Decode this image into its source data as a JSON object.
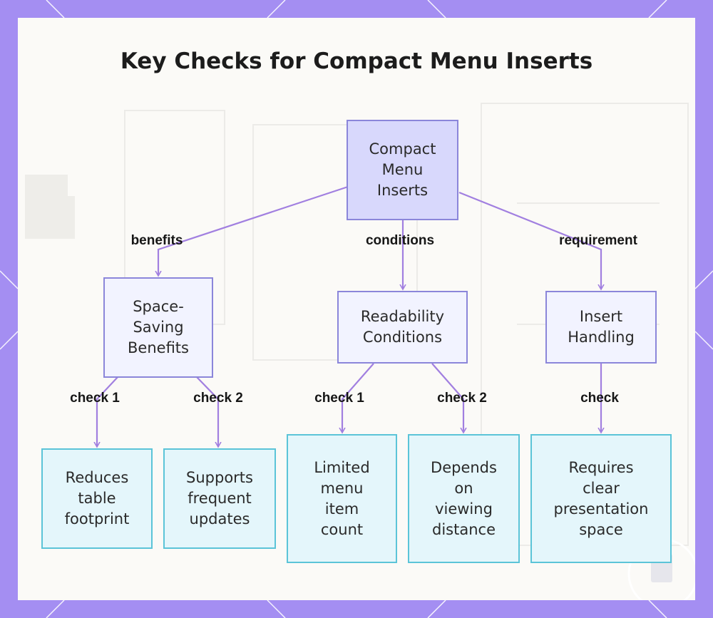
{
  "title": "Key Checks for Compact Menu Inserts",
  "nodes": {
    "root": "Compact\nMenu\nInserts",
    "space_saving": "Space-\nSaving\nBenefits",
    "readability": "Readability\nConditions",
    "insert_handling": "Insert\nHandling",
    "reduces": "Reduces\ntable\nfootprint",
    "supports": "Supports\nfrequent\nupdates",
    "limited": "Limited\nmenu\nitem\ncount",
    "depends": "Depends\non\nviewing\ndistance",
    "requires": "Requires\nclear\npresentation\nspace"
  },
  "edges": {
    "benefits": "benefits",
    "conditions": "conditions",
    "requirement": "requirement",
    "check1_a": "check 1",
    "check2_a": "check 2",
    "check1_b": "check 1",
    "check2_b": "check 2",
    "check": "check"
  },
  "colors": {
    "frame": "#a48ef2",
    "root_fill": "#d8d8fc",
    "mid_fill": "#f2f3ff",
    "leaf_fill": "#e4f6fb",
    "leaf_border": "#5bc4d8",
    "edge": "#a17fe0"
  }
}
